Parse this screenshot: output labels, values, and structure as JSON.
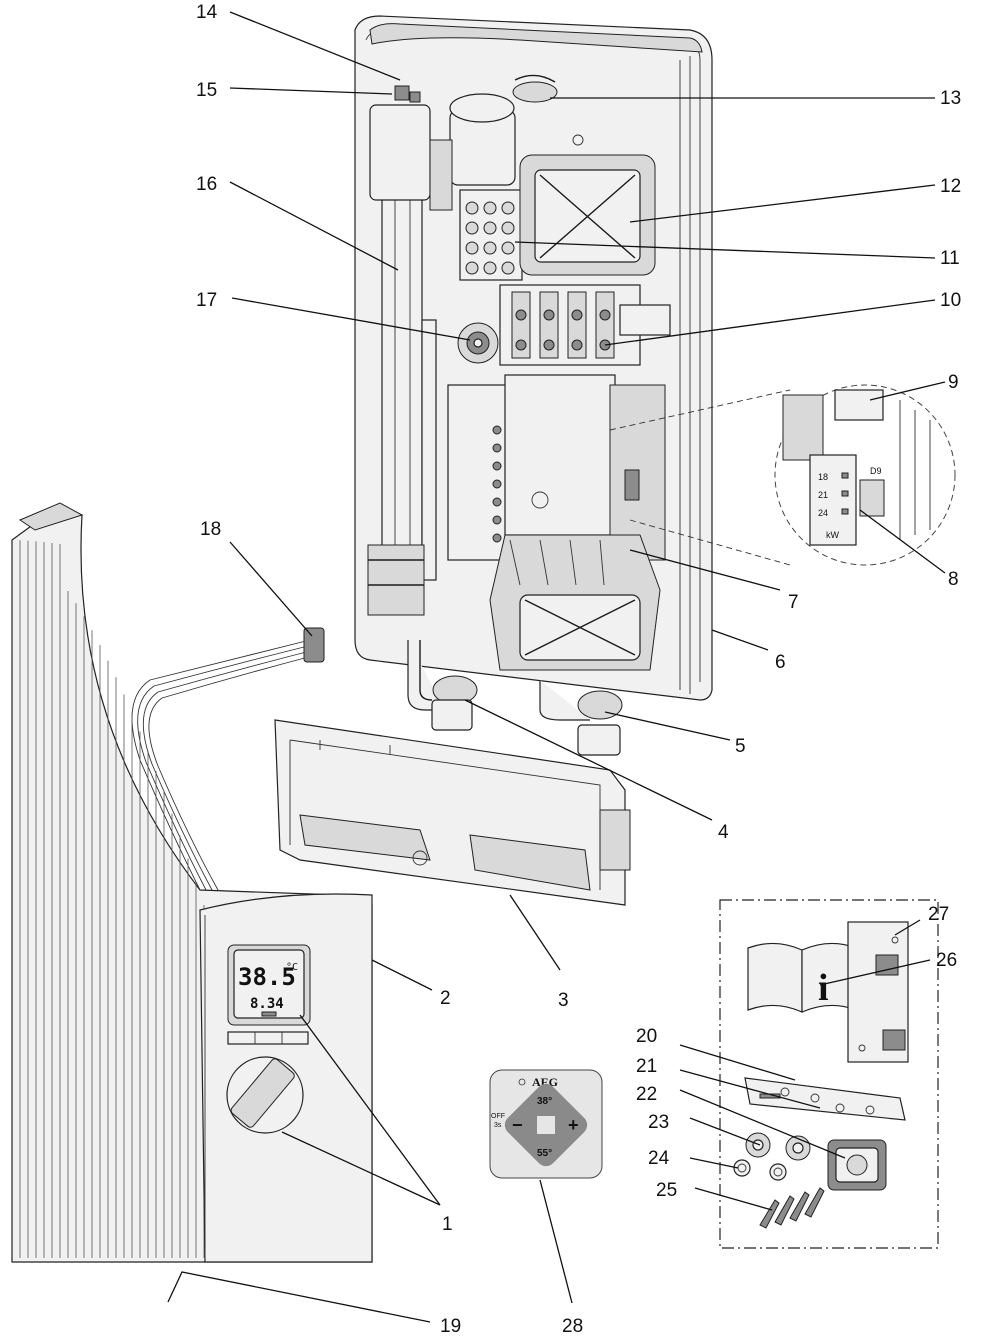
{
  "callouts": [
    {
      "id": "c1",
      "number": "1"
    },
    {
      "id": "c2",
      "number": "2"
    },
    {
      "id": "c3",
      "number": "3"
    },
    {
      "id": "c4",
      "number": "4"
    },
    {
      "id": "c5",
      "number": "5"
    },
    {
      "id": "c6",
      "number": "6"
    },
    {
      "id": "c7",
      "number": "7"
    },
    {
      "id": "c8",
      "number": "8"
    },
    {
      "id": "c9",
      "number": "9"
    },
    {
      "id": "c10",
      "number": "10"
    },
    {
      "id": "c11",
      "number": "11"
    },
    {
      "id": "c12",
      "number": "12"
    },
    {
      "id": "c13",
      "number": "13"
    },
    {
      "id": "c14",
      "number": "14"
    },
    {
      "id": "c15",
      "number": "15"
    },
    {
      "id": "c16",
      "number": "16"
    },
    {
      "id": "c17",
      "number": "17"
    },
    {
      "id": "c18",
      "number": "18"
    },
    {
      "id": "c19",
      "number": "19"
    },
    {
      "id": "c20",
      "number": "20"
    },
    {
      "id": "c21",
      "number": "21"
    },
    {
      "id": "c22",
      "number": "22"
    },
    {
      "id": "c23",
      "number": "23"
    },
    {
      "id": "c24",
      "number": "24"
    },
    {
      "id": "c25",
      "number": "25"
    },
    {
      "id": "c26",
      "number": "26"
    },
    {
      "id": "c27",
      "number": "27"
    },
    {
      "id": "c28",
      "number": "28"
    }
  ],
  "power_selector": {
    "options": [
      "18",
      "21",
      "24"
    ],
    "unit": "kW",
    "switch_label": "D9"
  },
  "front_display": {
    "temperature": "38.5",
    "unit": "°C",
    "secondary": "8.34"
  },
  "remote_control": {
    "brand": "AEG",
    "upper_temp": "38°",
    "lower_temp": "55°",
    "minus": "−",
    "plus": "+",
    "off_label": "OFF",
    "off_time": "3s"
  },
  "info_icon": {
    "glyph": "i"
  },
  "colors": {
    "line": "#1a1a1a",
    "part_fill": "#f1f1f1",
    "shade_fill": "#d9d9d9",
    "remote_bg": "#e6e6e6",
    "remote_pad": "#8a8a8a"
  }
}
